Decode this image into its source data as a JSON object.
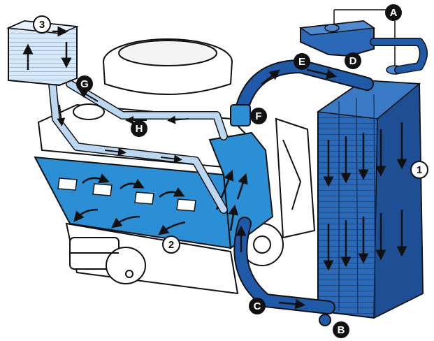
{
  "colors": {
    "coolant_hot": "#1e5aa8",
    "coolant_block": "#2b8fd6",
    "coolant_cool": "#bcd8f0",
    "outline": "#111111",
    "engine_fill": "#ffffff",
    "badge_dark": "#111111"
  },
  "labels": {
    "heater_core": "3",
    "engine_block": "2",
    "radiator": "1",
    "reservoir_cap": "A",
    "lower_outlet": "B",
    "lower_hose": "C",
    "reservoir_tank": "D",
    "upper_hose": "E",
    "thermostat": "F",
    "heater_inlet": "G",
    "heater_return": "H"
  }
}
